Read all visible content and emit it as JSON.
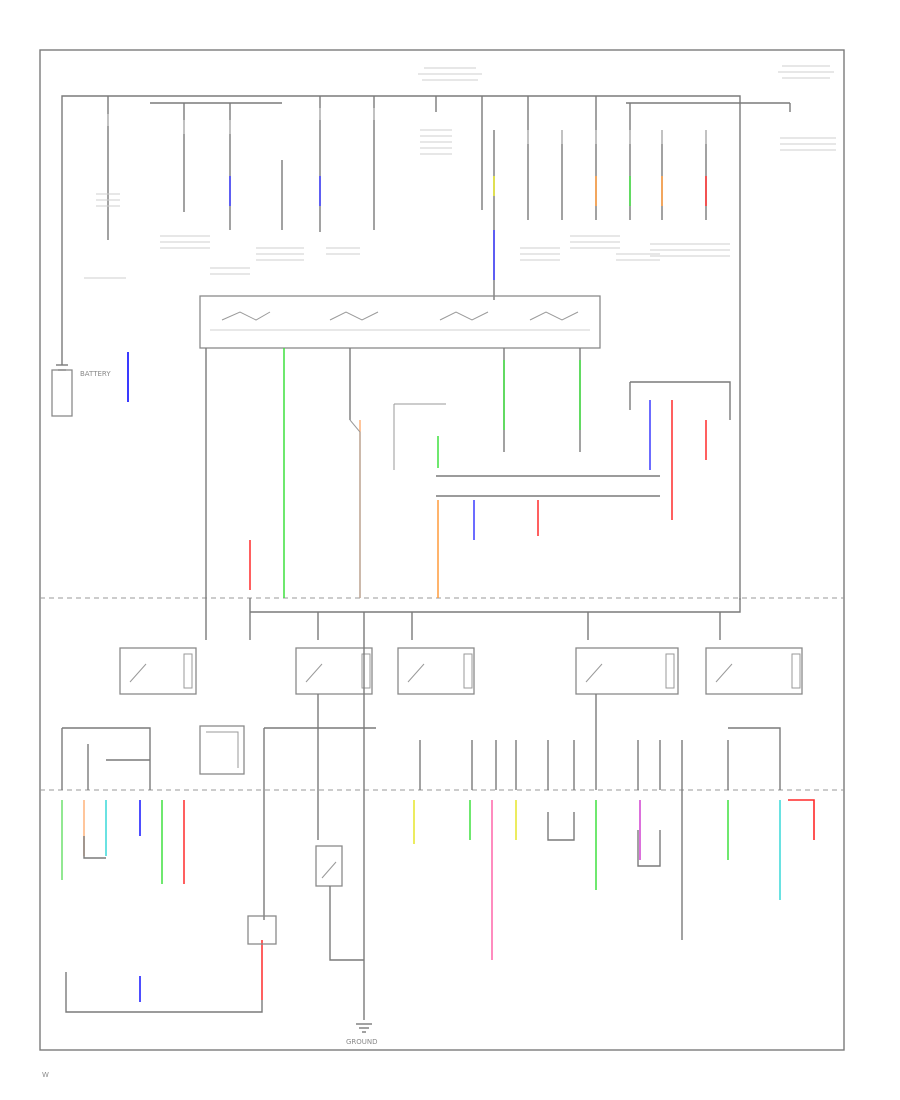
{
  "colors": {
    "wire": "#7a7a7a",
    "green": "#3fe03f",
    "blue": "#3a3aff",
    "red": "#ff2a2a",
    "orange": "#ff9a3a",
    "yellow": "#e6e62a",
    "pink": "#ff66aa",
    "lightblue": "#39d8d8",
    "magenta": "#d040d0",
    "light_green": "#6ee06e",
    "peach": "#ffb27a"
  },
  "labels": {
    "battery": "BATTERY",
    "ground": "GROUND",
    "figure_id": "W"
  }
}
